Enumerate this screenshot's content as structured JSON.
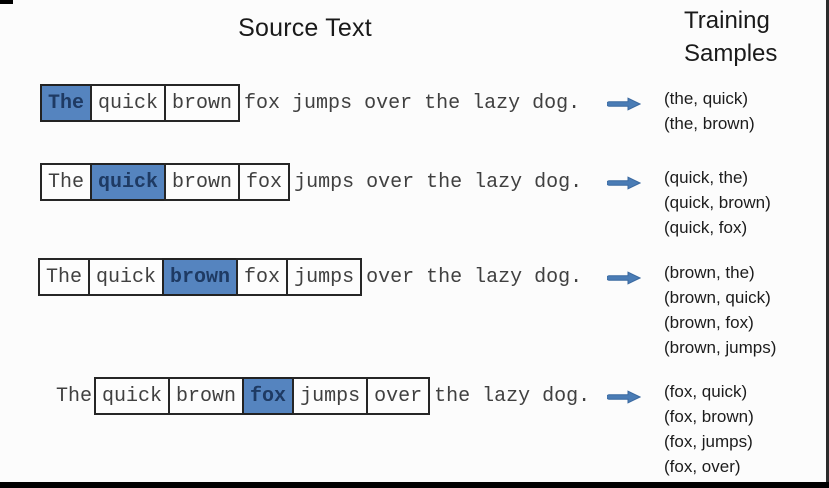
{
  "titles": {
    "source": "Source Text",
    "training": "Training Samples"
  },
  "colors": {
    "highlight_fill": "#5584bf",
    "highlight_text": "#1e3a63",
    "arrow_fill": "#4a7cb5",
    "arrow_stroke": "#3a69a0",
    "box_border": "#262626",
    "text": "#404040"
  },
  "icons": {
    "arrow": "right-block-arrow"
  },
  "rows": [
    {
      "tokens": [
        {
          "text": "The",
          "style": "highlight"
        },
        {
          "text": "quick",
          "style": "boxed"
        },
        {
          "text": "brown",
          "style": "boxed"
        },
        {
          "text": "fox jumps over the lazy dog.",
          "style": "plain"
        }
      ],
      "samples": [
        "(the, quick)",
        "(the, brown)"
      ]
    },
    {
      "tokens": [
        {
          "text": "The",
          "style": "boxed"
        },
        {
          "text": "quick",
          "style": "highlight"
        },
        {
          "text": "brown",
          "style": "boxed"
        },
        {
          "text": "fox",
          "style": "boxed"
        },
        {
          "text": "jumps over the lazy dog.",
          "style": "plain"
        }
      ],
      "samples": [
        "(quick, the)",
        "(quick, brown)",
        "(quick, fox)"
      ]
    },
    {
      "tokens": [
        {
          "text": "The",
          "style": "boxed"
        },
        {
          "text": "quick",
          "style": "boxed"
        },
        {
          "text": "brown",
          "style": "highlight"
        },
        {
          "text": "fox",
          "style": "boxed"
        },
        {
          "text": "jumps",
          "style": "boxed"
        },
        {
          "text": "over the lazy dog.",
          "style": "plain"
        }
      ],
      "samples": [
        "(brown, the)",
        "(brown, quick)",
        "(brown, fox)",
        "(brown, jumps)"
      ]
    },
    {
      "tokens": [
        {
          "text": "The",
          "style": "plain"
        },
        {
          "text": "quick",
          "style": "boxed"
        },
        {
          "text": "brown",
          "style": "boxed"
        },
        {
          "text": "fox",
          "style": "highlight"
        },
        {
          "text": "jumps",
          "style": "boxed"
        },
        {
          "text": "over",
          "style": "boxed"
        },
        {
          "text": "the lazy dog.",
          "style": "plain"
        }
      ],
      "samples": [
        "(fox, quick)",
        "(fox, brown)",
        "(fox, jumps)",
        "(fox, over)"
      ]
    }
  ]
}
